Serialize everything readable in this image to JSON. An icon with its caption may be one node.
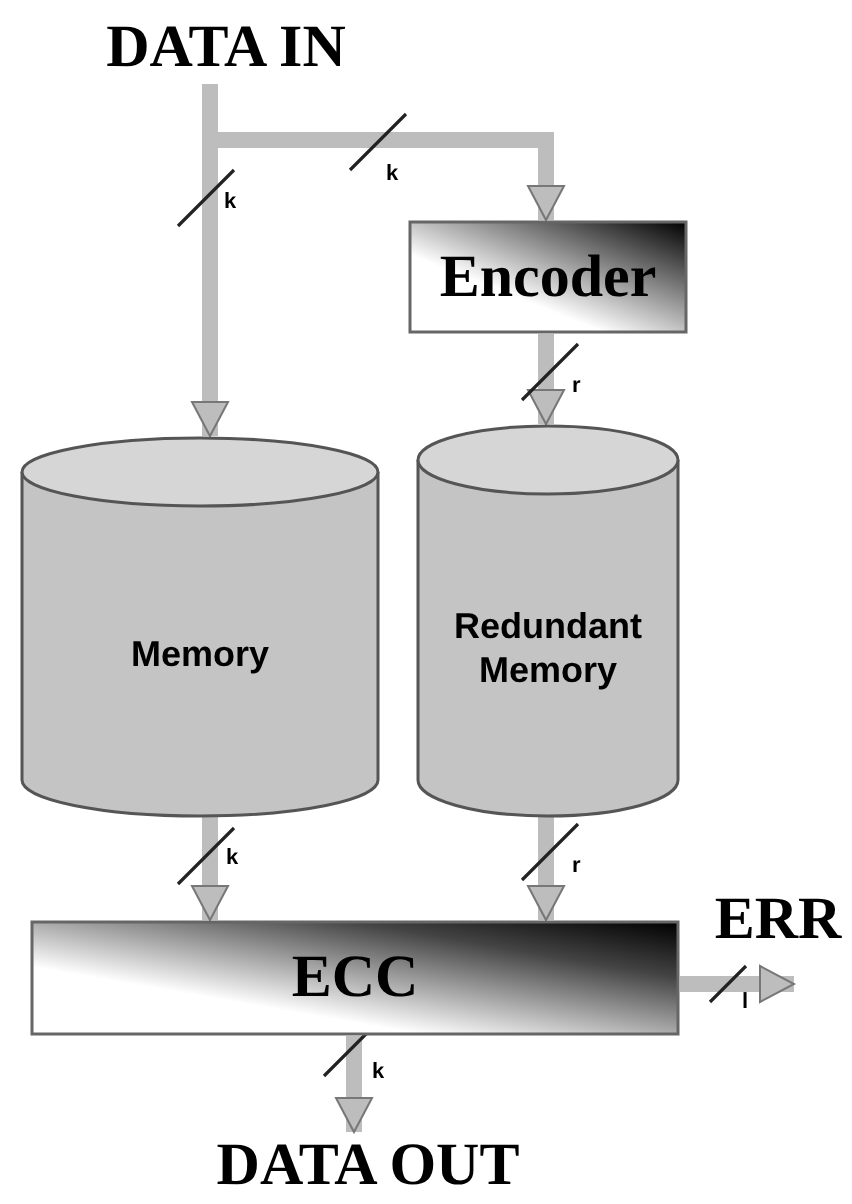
{
  "diagram": {
    "nodes": [
      {
        "text": [
          "DATA IN"
        ]
      },
      {
        "text": [
          "Encoder"
        ]
      },
      {
        "text": [
          "Memory"
        ]
      },
      {
        "text": [
          "Redundant Memory"
        ]
      },
      {
        "text": [
          "ECC"
        ]
      },
      {
        "text": [
          "ERR"
        ]
      },
      {
        "text": [
          "DATA OUT"
        ]
      }
    ],
    "edges": [
      {
        "from": 0,
        "to": 2,
        "arrow": "to",
        "label": "k"
      },
      {
        "from": 0,
        "to": 1,
        "arrow": "to",
        "label": "k"
      },
      {
        "from": 1,
        "to": 3,
        "arrow": "to",
        "label": "r"
      },
      {
        "from": 2,
        "to": 4,
        "arrow": "to",
        "label": "k"
      },
      {
        "from": 3,
        "to": 4,
        "arrow": "to",
        "label": "r"
      },
      {
        "from": 4,
        "to": 5,
        "arrow": "to",
        "label": "l"
      },
      {
        "from": 4,
        "to": 6,
        "arrow": "to",
        "label": "k"
      }
    ]
  }
}
